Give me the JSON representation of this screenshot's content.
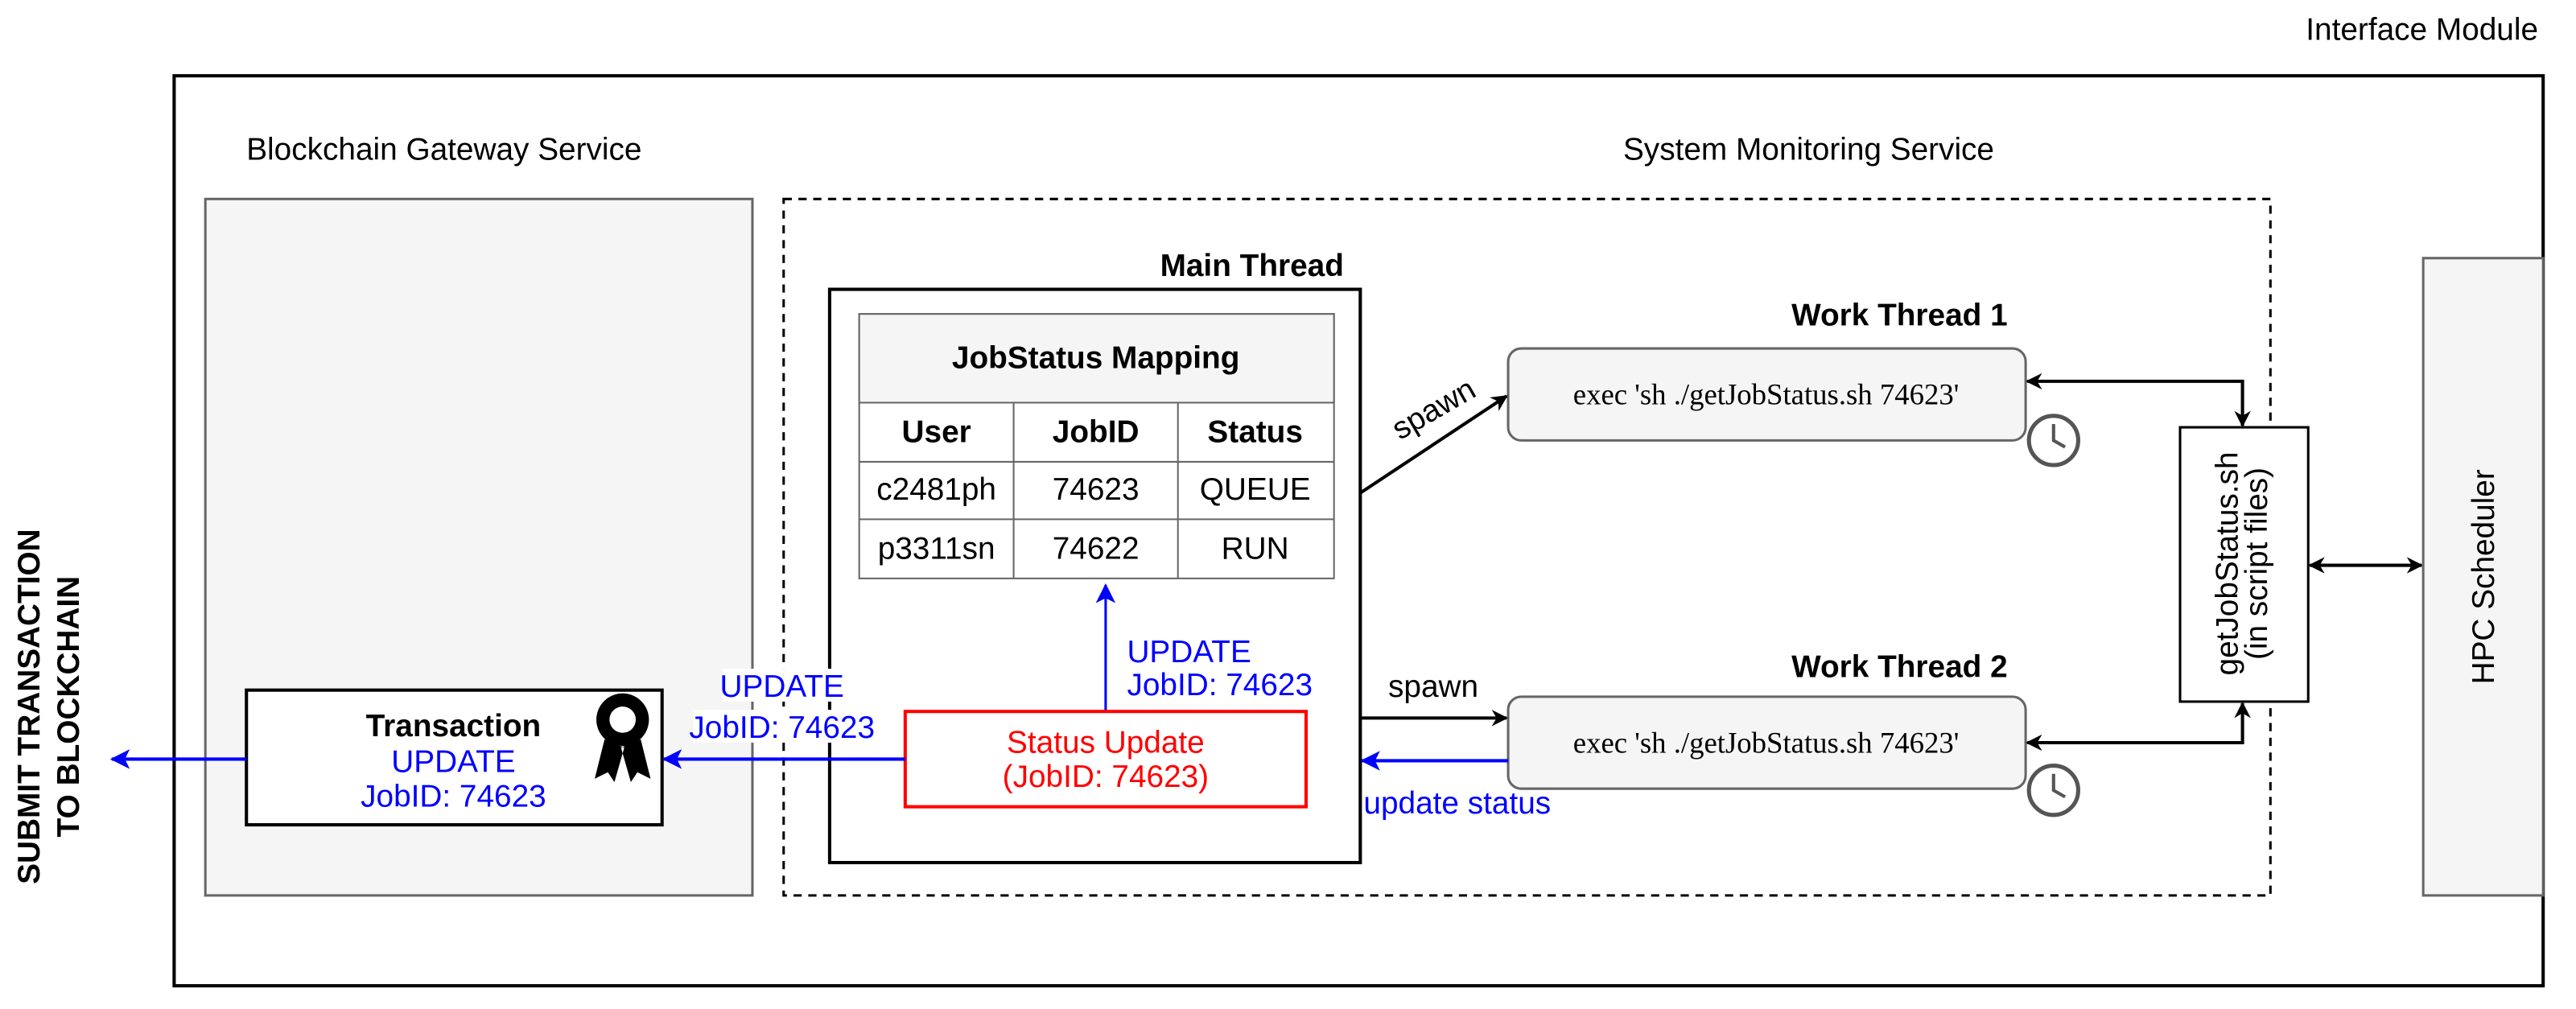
{
  "module_title": "Interface Module",
  "blockchain_gateway": {
    "title": "Blockchain Gateway Service",
    "transaction": {
      "title": "Transaction",
      "line1": "UPDATE",
      "line2": "JobID: 74623",
      "icon": "award-certificate-icon"
    }
  },
  "submit_label": {
    "line1": "SUBMIT TRANSACTION",
    "line2": "TO BLOCKCHAIN"
  },
  "monitoring": {
    "title": "System Monitoring Service",
    "main_thread": {
      "title": "Main Thread",
      "table": {
        "title": "JobStatus Mapping",
        "headers": [
          "User",
          "JobID",
          "Status"
        ],
        "rows": [
          [
            "c2481ph",
            "74623",
            "QUEUE"
          ],
          [
            "p3311sn",
            "74622",
            "RUN"
          ]
        ]
      },
      "status_update": {
        "line1": "Status Update",
        "line2": "(JobID: 74623)"
      },
      "update_table_label": {
        "line1": "UPDATE",
        "line2": "JobID: 74623"
      }
    },
    "update_tx_label": {
      "line1": "UPDATE",
      "line2": "JobID: 74623"
    },
    "work_threads": [
      {
        "title": "Work Thread 1",
        "command": "exec 'sh  ./getJobStatus.sh  74623'",
        "icon": "clock-icon"
      },
      {
        "title": "Work Thread 2",
        "command": "exec 'sh  ./getJobStatus.sh  74623'",
        "icon": "clock-icon"
      }
    ],
    "spawn_label_1": "spawn",
    "spawn_label_2": "spawn",
    "update_status_label": "update status"
  },
  "script": {
    "line1": "getJobStatus.sh",
    "line2": "(in script files)"
  },
  "hpc": {
    "title": "HPC Scheduler"
  },
  "colors": {
    "update_arrow": "#0000ff",
    "status_update": "#ff0000",
    "panel_fill": "#f5f5f5"
  }
}
